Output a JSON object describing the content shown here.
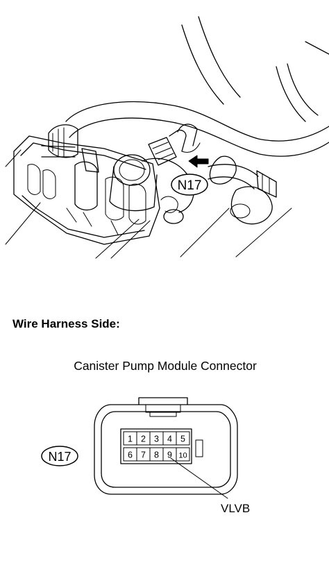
{
  "engine_view": {
    "connector_callout": "N17"
  },
  "section_heading": "Wire Harness Side:",
  "connector_title": "Canister Pump Module Connector",
  "connector": {
    "callout": "N17",
    "pins_top": [
      "1",
      "2",
      "3",
      "4",
      "5"
    ],
    "pins_bottom": [
      "6",
      "7",
      "8",
      "9",
      "10"
    ],
    "signal_label": "VLVB"
  }
}
